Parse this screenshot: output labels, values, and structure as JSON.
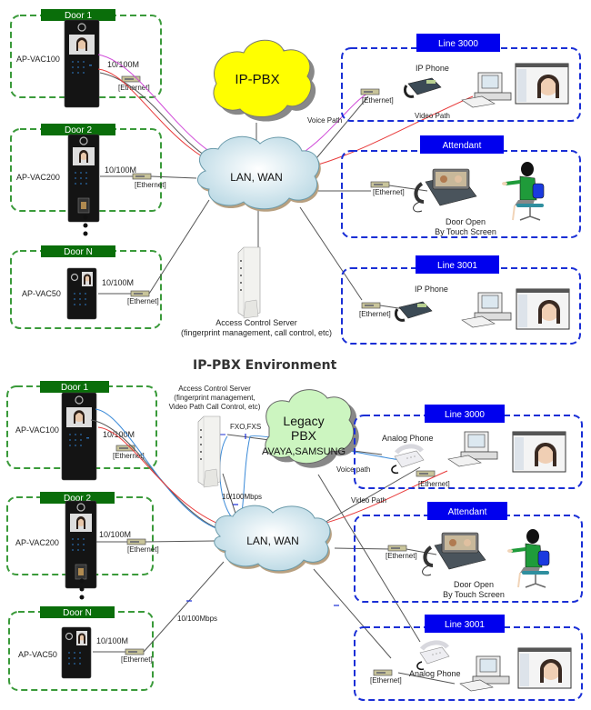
{
  "section_title": "IP-PBX Environment",
  "top": {
    "doors": [
      {
        "tag": "Door 1",
        "model": "AP-VAC100",
        "link": "10/100M",
        "switch": "[Ethernet]"
      },
      {
        "tag": "Door 2",
        "model": "AP-VAC200",
        "link": "10/100M",
        "switch": "[Ethernet]"
      },
      {
        "tag": "Door N",
        "model": "AP-VAC50",
        "link": "10/100M",
        "switch": "[Ethernet]"
      }
    ],
    "pbx_cloud": "IP-PBX",
    "network_cloud": "LAN, WAN",
    "server": {
      "line1": "Access Control Server",
      "line2": "(fingerprint management, call control, etc)"
    },
    "voice_path": "Voice Path",
    "video_path": "Video Path",
    "stations": [
      {
        "tag": "Line 3000",
        "device": "IP Phone",
        "switch": "[Ethernet]"
      },
      {
        "tag": "Attendant",
        "switch": "[Ethernet]",
        "note1": "Door Open",
        "note2": "By Touch Screen"
      },
      {
        "tag": "Line 3001",
        "device": "IP Phone",
        "switch": "[Ethernet]"
      }
    ]
  },
  "bottom": {
    "doors": [
      {
        "tag": "Door 1",
        "model": "AP-VAC100",
        "link": "10/100M",
        "switch": "[Ethernet]"
      },
      {
        "tag": "Door 2",
        "model": "AP-VAC200",
        "link": "10/100M",
        "switch": "[Ethernet]"
      },
      {
        "tag": "Door N",
        "model": "AP-VAC50",
        "link": "10/100M",
        "switch": "[Ethernet]"
      }
    ],
    "pbx_cloud": {
      "line1": "Legacy",
      "line2": "PBX",
      "line3": "AVAYA,SAMSUNG"
    },
    "network_cloud": "LAN, WAN",
    "server": {
      "line1": "Access Control Server",
      "line2": "(fingerprint management,",
      "line3": "Video Path Call Control, etc)"
    },
    "fxo_label": "FXO,FXS",
    "server_link": "10/100Mbps",
    "door_n_uplink": "10/100Mbps",
    "voice_path": "Voice path",
    "video_path": "Video Path",
    "stations": [
      {
        "tag": "Line 3000",
        "device": "Analog Phone",
        "switch": "[Ethernet]"
      },
      {
        "tag": "Attendant",
        "switch": "[Ethernet]",
        "note1": "Door Open",
        "note2": "By Touch Screen"
      },
      {
        "tag": "Line 3001",
        "device": "Analog Phone",
        "switch": "[Ethernet]"
      }
    ]
  },
  "colors": {
    "door_green": "#0a6e0a",
    "door_dash": "#3a9a3a",
    "line_blue": "#0000ee",
    "line_dash": "#1a2fd6",
    "pbx_yellow": "#ffff00",
    "legacy_green": "#ccf5c0",
    "voice_magenta": "#d04ad8",
    "video_red": "#e83a3a",
    "voice_blue": "#3a8ad8"
  }
}
